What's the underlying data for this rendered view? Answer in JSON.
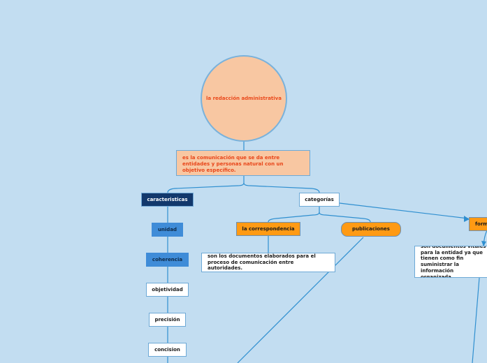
{
  "nodes": {
    "root": "la redacción administrativa",
    "definition": "es la comunicación que se da entre entidades y personas natural  con un objetivo específico.",
    "caracteristicas": "caracteristicas",
    "categorias": "categorías",
    "unidad": "unidad",
    "coherencia": "coherencia",
    "objetividad": "objetividad",
    "precision": "precisión",
    "concision": "concision",
    "correspondencia": "la correspondencia",
    "publicaciones": "publicaciones",
    "formas": "form",
    "correspondencia_desc": "son los documentos elaborados para el proceso de comunicación entre autoridades.",
    "formas_desc": "son documentos vitales para la entidad ya que tienen como fin suministrar  la información organizada."
  },
  "colors": {
    "background": "#c2ddf1",
    "connector": "#2f8fd0",
    "peach": "#f8c7a2",
    "orange": "#ff9a14",
    "dark_blue": "#12386c",
    "mid_blue": "#3f8cd8",
    "red_text": "#ea4a1c"
  }
}
